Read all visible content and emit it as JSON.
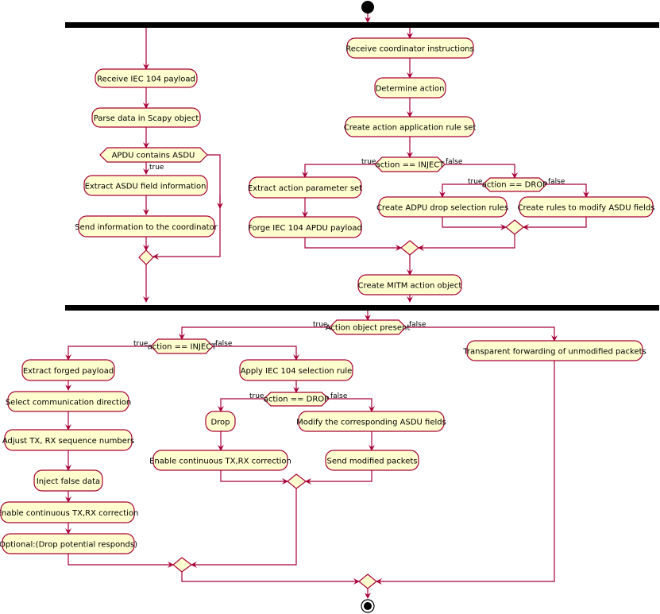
{
  "colors": {
    "node_fill": "#fefece",
    "line": "#a80036",
    "bar": "#000000"
  },
  "branch_labels": {
    "true": "true",
    "false": "false"
  },
  "nodes": {
    "receive_payload": "Receive IEC 104 payload",
    "parse_scapy": "Parse data in Scapy object",
    "extract_asdu": "Extract ASDU field information",
    "send_info": "Send information to the coordinator",
    "receive_instr": "Receive coordinator instructions",
    "determine_action": "Determine action",
    "create_rule_set": "Create action application rule set",
    "extract_param": "Extract action parameter set",
    "forge_apdu": "Forge IEC 104 APDU payload",
    "create_drop_rules": "Create ADPU drop selection rules",
    "create_modify_rules": "Create rules to modify ASDU fields",
    "create_mitm": "Create MITM action object",
    "extract_forged": "Extract forged payload",
    "select_direction": "Select communication direction",
    "adjust_seq": "Adjust TX, RX sequence numbers",
    "inject_false": "Inject false data",
    "enable_corr_1": "Enable continuous TX,RX correction",
    "optional_drop": "Optional:(Drop potential responds)",
    "apply_selection": "Apply IEC 104 selection rule",
    "drop": "Drop",
    "enable_corr_2": "Enable continuous TX,RX correction",
    "modify_fields": "Modify the corresponding ASDU fields",
    "send_modified": "Send modified packets",
    "transparent": "Transparent forwarding of unmodified packets"
  },
  "decisions": {
    "apdu_contains": "APDU contains ASDU",
    "inject_1": "action == INJECT",
    "drop_1": "action == DROP",
    "object_present": "Action object present",
    "inject_2": "action == INJECT",
    "drop_2": "action == DROP"
  }
}
